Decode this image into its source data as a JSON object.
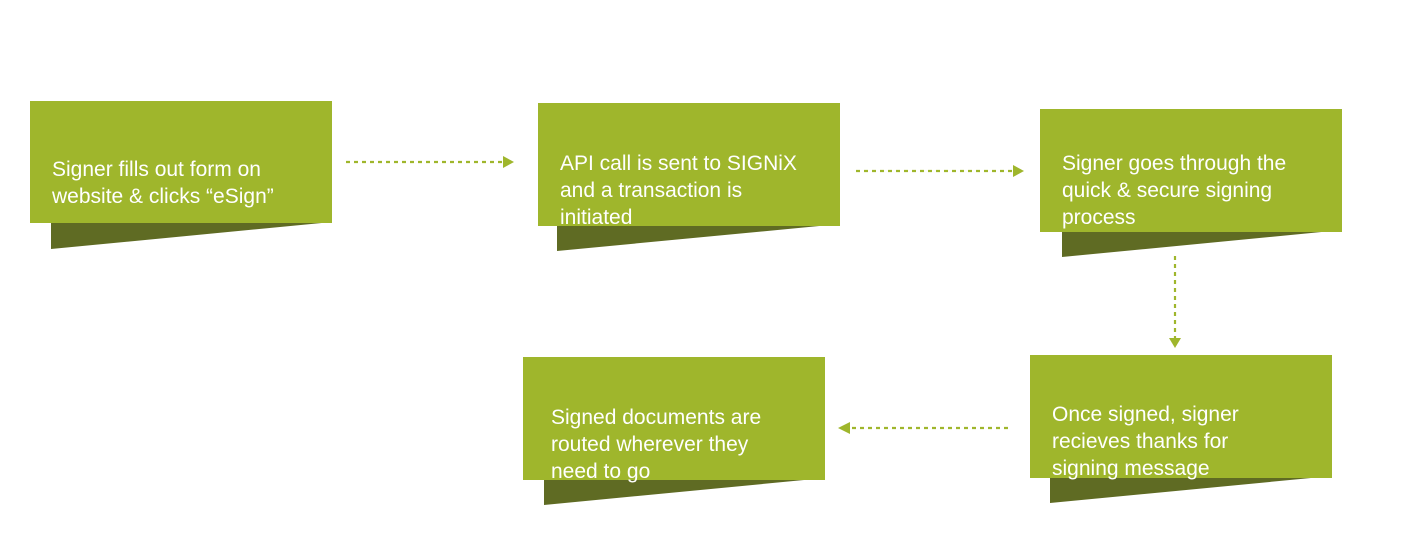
{
  "diagram": {
    "box_color": "#9fb62c",
    "shadow_color": "#5f6b23",
    "arrow_color": "#9fb62c",
    "steps": [
      {
        "text": "Signer fills out form on\nwebsite & clicks “eSign”"
      },
      {
        "text": "API call is sent to SIGNiX\nand a transaction is\ninitiated"
      },
      {
        "text": "Signer goes through the\nquick & secure signing\nprocess"
      },
      {
        "text": "Once signed, signer\nrecieves thanks for\nsigning message"
      },
      {
        "text": "Signed documents are\nrouted wherever they\nneed to go"
      }
    ]
  }
}
